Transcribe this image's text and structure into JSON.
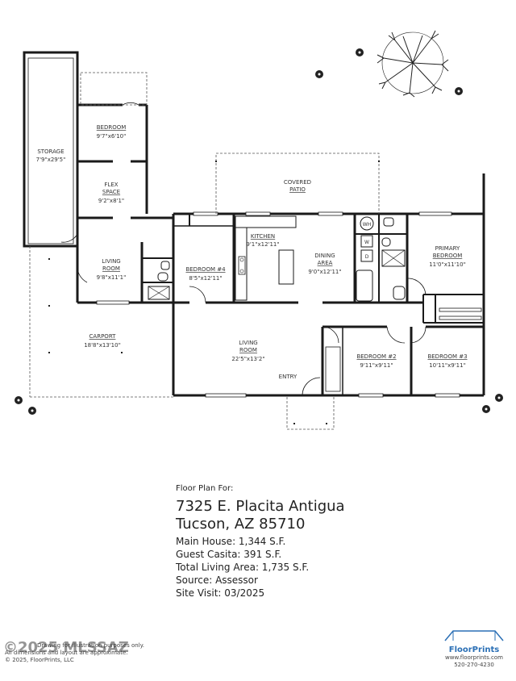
{
  "rooms": {
    "storage": {
      "name": "STORAGE",
      "dims": "7'9\"x29'5\""
    },
    "bedroom": {
      "name": "BEDROOM",
      "dims": "9'7\"x6'10\""
    },
    "flex": {
      "name1": "FLEX",
      "name2": "SPACE",
      "dims": "9'2\"x8'1\""
    },
    "living_small": {
      "name1": "LIVING",
      "name2": "ROOM",
      "dims": "9'8\"x11'1\""
    },
    "carport": {
      "name": "CARPORT",
      "dims": "18'8\"x13'10\""
    },
    "covered_patio": {
      "name1": "COVERED",
      "name2": "PATIO"
    },
    "kitchen": {
      "name": "KITCHEN",
      "dims": "9'1\"x12'11\""
    },
    "bedroom4": {
      "name": "BEDROOM #4",
      "dims": "8'5\"x12'11\""
    },
    "dining": {
      "name1": "DINING",
      "name2": "AREA",
      "dims": "9'0\"x12'11\""
    },
    "primary": {
      "name1": "PRIMARY",
      "name2": "BEDROOM",
      "dims": "11'0\"x11'10\""
    },
    "living_main": {
      "name1": "LIVING",
      "name2": "ROOM",
      "dims": "22'5\"x13'2\""
    },
    "entry": {
      "name": "ENTRY"
    },
    "bedroom2": {
      "name": "BEDROOM #2",
      "dims": "9'11\"x9'11\""
    },
    "bedroom3": {
      "name": "BEDROOM #3",
      "dims": "10'11\"x9'11\""
    },
    "wh": "WH",
    "w": "W",
    "d": "D"
  },
  "info": {
    "label": "Floor Plan For:",
    "address1": "7325 E. Placita Antigua",
    "address2": "Tucson, AZ  85710",
    "main_house": "Main House:  1,344 S.F.",
    "guest_casita": "Guest Casita:  391 S.F.",
    "total_living": "Total Living Area:  1,735 S.F.",
    "source": "Source:  Assessor",
    "site_visit": "Site Visit:  03/2025"
  },
  "footer": {
    "watermark": "©2025 MLSSAZ",
    "disclaimer1": "Drawing for illustration purposes only.",
    "disclaimer2": "All dimensions and layout are approximate.",
    "copyright": "© 2025, FloorPrints, LLC",
    "brand": "FloorPrints",
    "website": "www.floorprints.com",
    "phone": "520-270-4230"
  },
  "colors": {
    "wall": "#1a1a1a",
    "brand": "#2a6fb5"
  }
}
